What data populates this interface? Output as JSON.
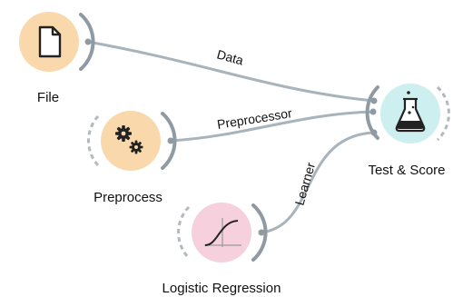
{
  "nodes": {
    "file": {
      "label": "File",
      "icon": "file-document-icon",
      "color": "#f9d9ab"
    },
    "preprocess": {
      "label": "Preprocess",
      "icon": "gears-icon",
      "color": "#f9d9ab"
    },
    "logistic_regression": {
      "label": "Logistic Regression",
      "icon": "logistic-curve-icon",
      "color": "#f6d0dc"
    },
    "test_and_score": {
      "label": "Test & Score",
      "icon": "flask-icon",
      "color": "#cdeff0"
    }
  },
  "links": {
    "data": {
      "label": "Data"
    },
    "preprocessor": {
      "label": "Preprocessor"
    },
    "learner": {
      "label": "Learner"
    }
  },
  "colors": {
    "link_line": "#a8b3bb",
    "channel_arc": "#8f9aa3",
    "dashed_arc": "#b3b9be"
  }
}
